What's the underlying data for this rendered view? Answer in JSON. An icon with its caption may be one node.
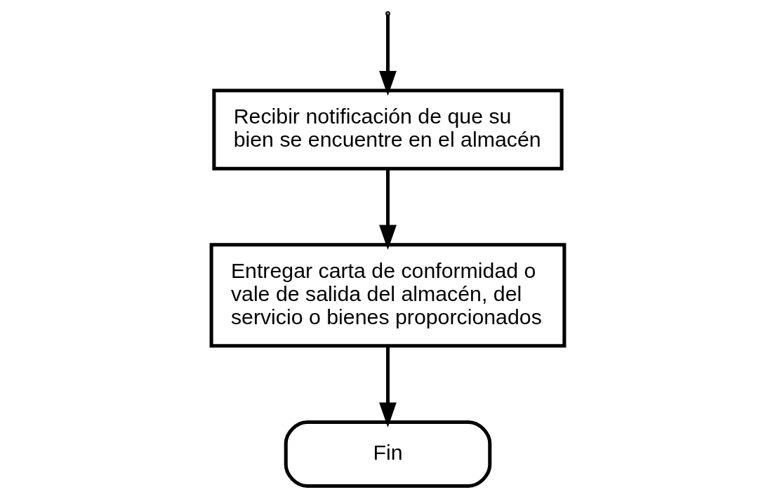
{
  "diagram": {
    "nodes": [
      {
        "text": [
          "Recibir notificación de que su bien se encuentre en el almacén"
        ]
      },
      {
        "text": [
          "Entregar carta de conformidad o vale de salida del almacén, del servicio o bienes proporcionados"
        ]
      },
      {
        "text": [
          "Fin"
        ]
      }
    ],
    "edges": [
      {
        "from": null,
        "to": 0,
        "arrow": "to"
      },
      {
        "from": 0,
        "to": 1,
        "arrow": "to"
      },
      {
        "from": 1,
        "to": 2,
        "arrow": "to"
      }
    ]
  }
}
